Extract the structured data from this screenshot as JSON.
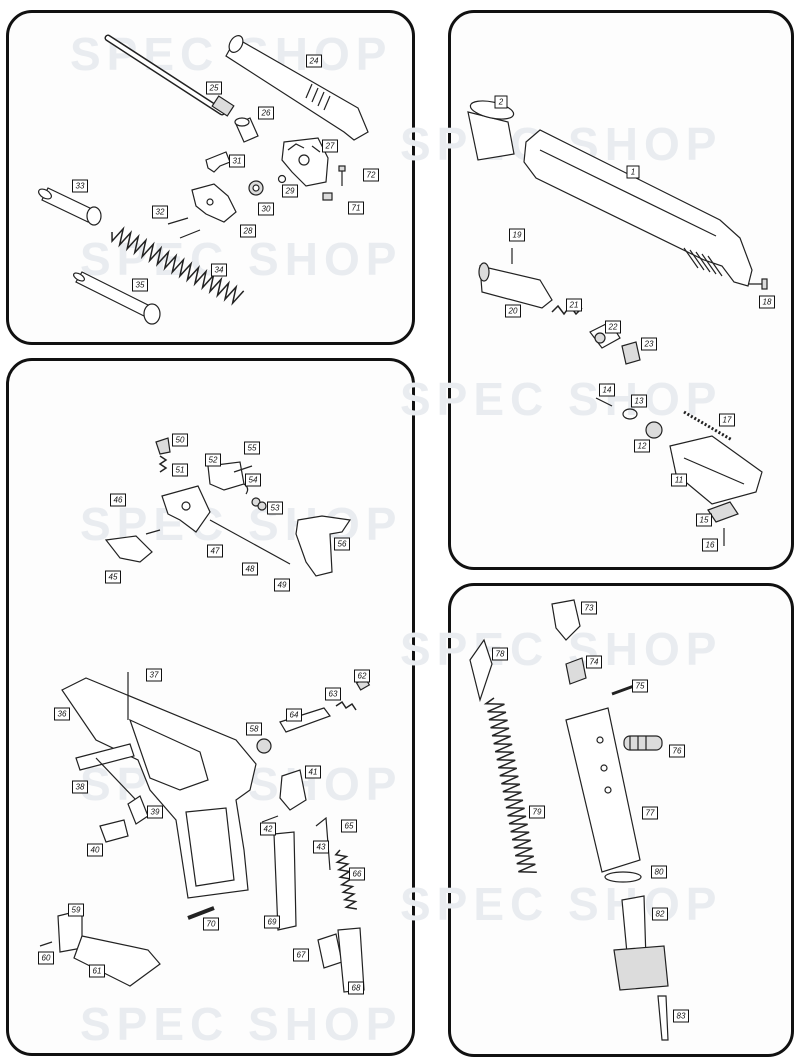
{
  "watermark": "SPEC SHOP",
  "panels": [
    {
      "id": "barrel-recoil",
      "parts": [
        "24",
        "25",
        "26",
        "27",
        "29",
        "30",
        "31",
        "32",
        "28",
        "33",
        "34",
        "35",
        "71",
        "72"
      ]
    },
    {
      "id": "slide",
      "parts": [
        "1",
        "2",
        "17",
        "18",
        "19",
        "20",
        "21",
        "22",
        "23",
        "14",
        "13",
        "12",
        "11",
        "15",
        "16"
      ]
    },
    {
      "id": "frame",
      "parts": [
        "50",
        "51",
        "52",
        "53",
        "54",
        "55",
        "46",
        "45",
        "47",
        "48",
        "49",
        "56",
        "37",
        "36",
        "38",
        "39",
        "40",
        "41",
        "42",
        "43",
        "58",
        "62",
        "63",
        "64",
        "65",
        "66",
        "67",
        "68",
        "69",
        "70",
        "59",
        "60",
        "61"
      ]
    },
    {
      "id": "magazine",
      "parts": [
        "73",
        "74",
        "75",
        "76",
        "77",
        "78",
        "79",
        "80",
        "82",
        "83"
      ]
    }
  ]
}
